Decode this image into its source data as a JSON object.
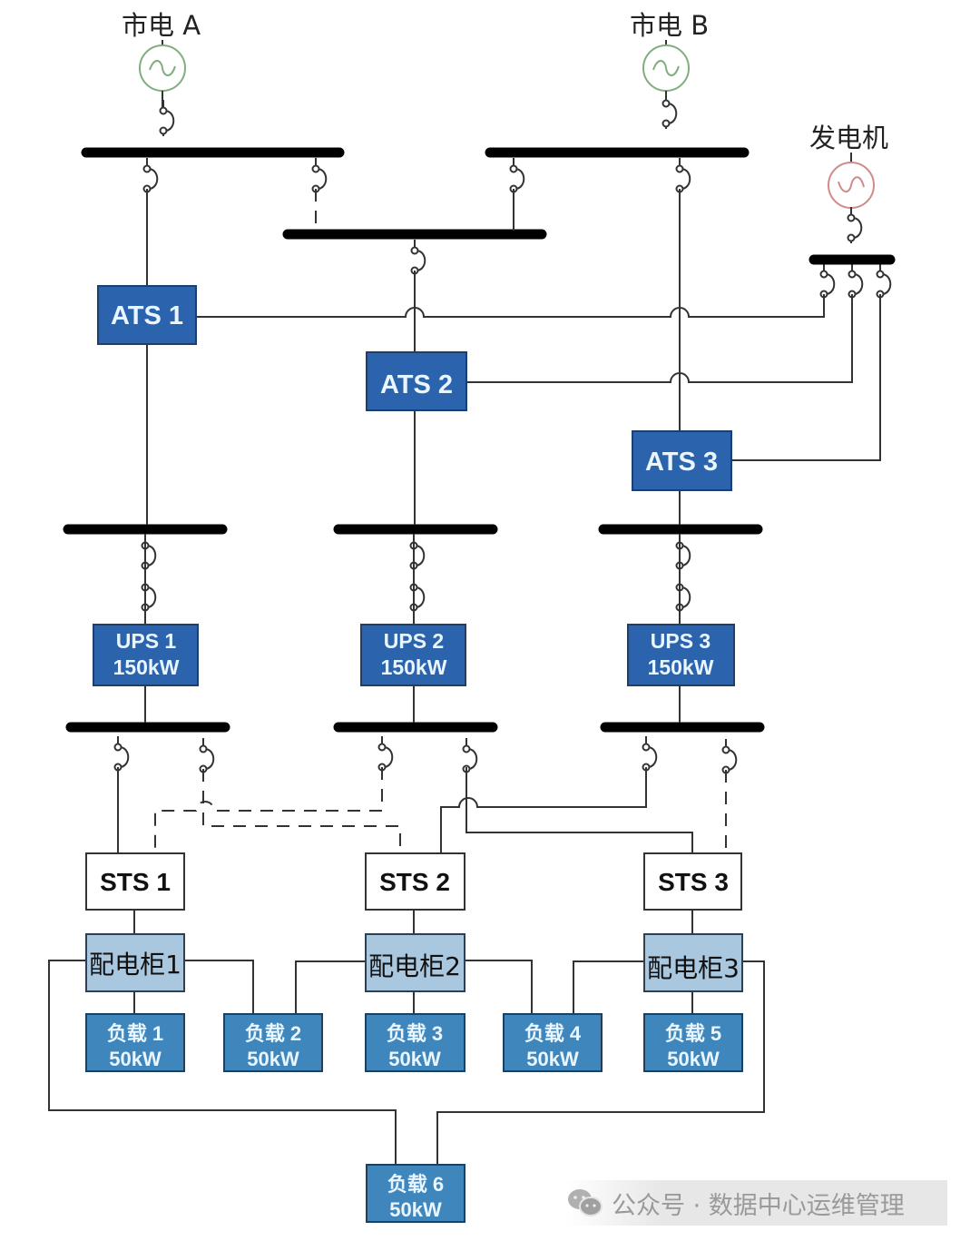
{
  "sources": {
    "utility_a": "市电 A",
    "utility_b": "市电 B",
    "generator": "发电机"
  },
  "ats": [
    {
      "label": "ATS 1"
    },
    {
      "label": "ATS 2"
    },
    {
      "label": "ATS 3"
    }
  ],
  "ups": [
    {
      "label": "UPS 1",
      "capacity": "150kW"
    },
    {
      "label": "UPS 2",
      "capacity": "150kW"
    },
    {
      "label": "UPS 3",
      "capacity": "150kW"
    }
  ],
  "sts": [
    {
      "label": "STS 1"
    },
    {
      "label": "STS 2"
    },
    {
      "label": "STS 3"
    }
  ],
  "panels": [
    {
      "label": "配电柜1"
    },
    {
      "label": "配电柜2"
    },
    {
      "label": "配电柜3"
    }
  ],
  "loads": [
    {
      "label": "负载 1",
      "power": "50kW"
    },
    {
      "label": "负载 2",
      "power": "50kW"
    },
    {
      "label": "负载 3",
      "power": "50kW"
    },
    {
      "label": "负载 4",
      "power": "50kW"
    },
    {
      "label": "负载 5",
      "power": "50kW"
    },
    {
      "label": "负载 6",
      "power": "50kW"
    }
  ],
  "colors": {
    "ats_ups_fill": "#2b63ad",
    "load_fill": "#3f86bd",
    "panel_fill": "#a9c7de",
    "utility_source_stroke": "#7fae7f",
    "generator_stroke": "#d08a8a",
    "bus": "#000000"
  },
  "watermark": {
    "icon": "wechat-icon",
    "text": "公众号 · 数据中心运维管理"
  }
}
